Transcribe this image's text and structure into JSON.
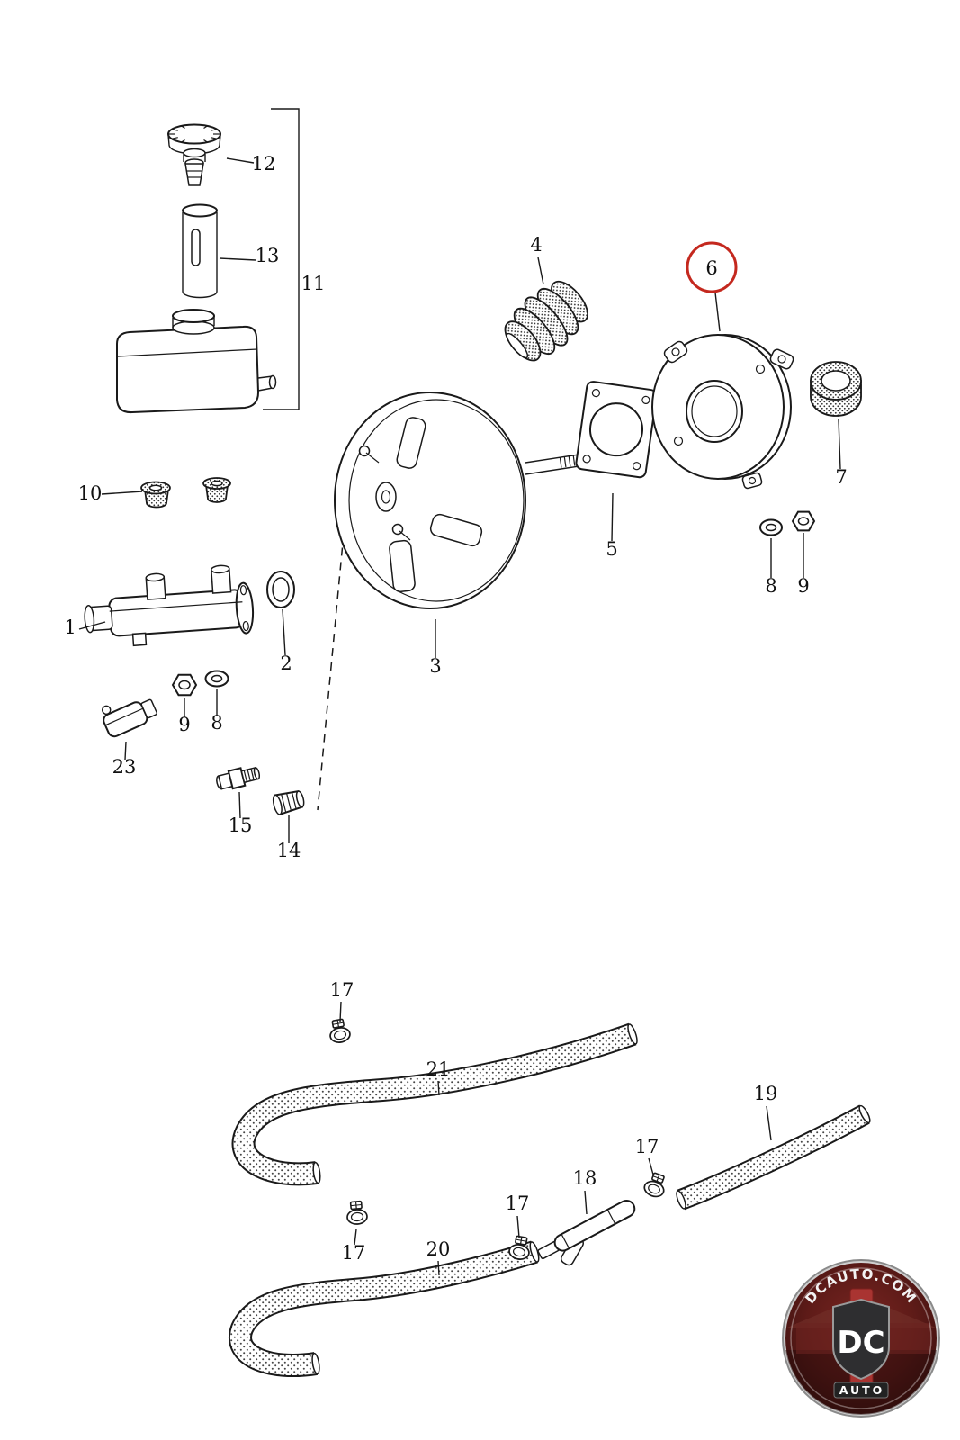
{
  "diagram": {
    "type": "exploded-parts-diagram",
    "subject": "brake booster and master cylinder with vacuum hoses",
    "background": "#ffffff",
    "line_color": "#1a1a1a",
    "highlight_color": "#c4281e",
    "highlighted_callout": "6",
    "callouts": [
      {
        "label": "12"
      },
      {
        "label": "13"
      },
      {
        "label": "11"
      },
      {
        "label": "10"
      },
      {
        "label": "1"
      },
      {
        "label": "2"
      },
      {
        "label": "9"
      },
      {
        "label": "8"
      },
      {
        "label": "23"
      },
      {
        "label": "15"
      },
      {
        "label": "14"
      },
      {
        "label": "3"
      },
      {
        "label": "4"
      },
      {
        "label": "5"
      },
      {
        "label": "6"
      },
      {
        "label": "7"
      },
      {
        "label": "8"
      },
      {
        "label": "9"
      },
      {
        "label": "17"
      },
      {
        "label": "21"
      },
      {
        "label": "19"
      },
      {
        "label": "17"
      },
      {
        "label": "18"
      },
      {
        "label": "17"
      },
      {
        "label": "17"
      },
      {
        "label": "20"
      }
    ]
  },
  "logo": {
    "site": "DCAUTO.COM",
    "monogram": "DC",
    "word": "AUTO",
    "badge_red": "#a93431",
    "ring_color": "#cfcfcf"
  }
}
